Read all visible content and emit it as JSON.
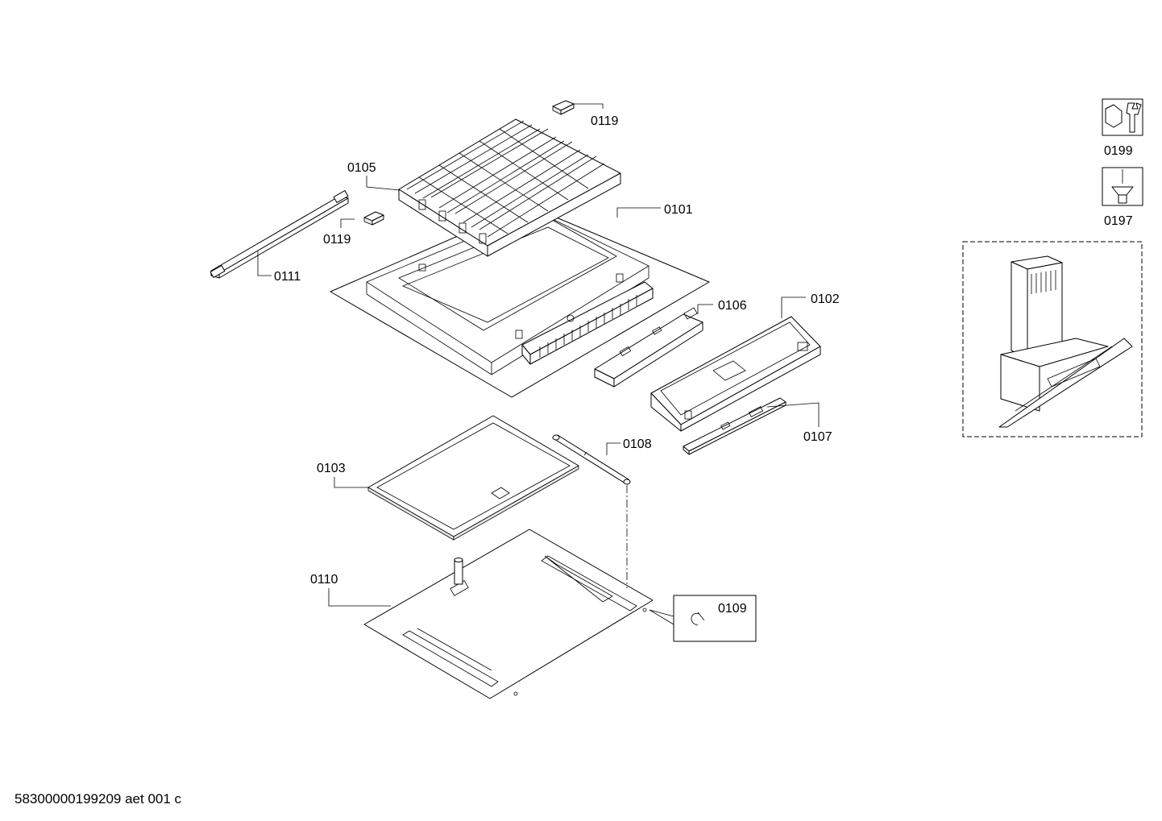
{
  "parts": [
    {
      "id": "0119_top",
      "number": "0119"
    },
    {
      "id": "0105",
      "number": "0105"
    },
    {
      "id": "0101",
      "number": "0101"
    },
    {
      "id": "0119_side",
      "number": "0119"
    },
    {
      "id": "0111",
      "number": "0111"
    },
    {
      "id": "0106",
      "number": "0106"
    },
    {
      "id": "0102",
      "number": "0102"
    },
    {
      "id": "0107",
      "number": "0107"
    },
    {
      "id": "0108",
      "number": "0108"
    },
    {
      "id": "0103",
      "number": "0103"
    },
    {
      "id": "0110",
      "number": "0110"
    },
    {
      "id": "0109",
      "number": "0109"
    }
  ],
  "tools": [
    {
      "id": "0199",
      "number": "0199",
      "icon": "wrench-nut-icon"
    },
    {
      "id": "0197",
      "number": "0197",
      "icon": "screwdriver-screw-icon"
    }
  ],
  "footer": {
    "code": "58300000199209 aet 001 c"
  }
}
